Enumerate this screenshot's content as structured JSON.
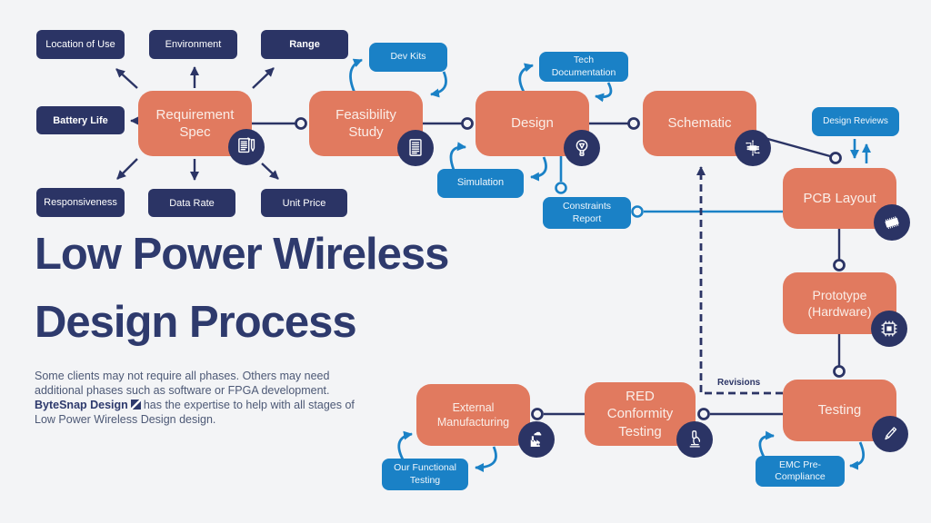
{
  "title": {
    "line1": "Low Power Wireless",
    "line2": "Design Process"
  },
  "intro": {
    "line1": "Some clients may not require all phases. Others may need",
    "line2": "additional phases such as software or FPGA development.",
    "brand": "ByteSnap Design",
    "brand_logo_icon": "bytesnap-logo-icon",
    "line3_after_brand": "has the expertise to help with all stages of",
    "line4": "Low Power Wireless Design design."
  },
  "requirement_factors": {
    "location_of_use": {
      "label": "Location of Use",
      "emphasis": false
    },
    "environment": {
      "label": "Environment",
      "emphasis": false
    },
    "range": {
      "label": "Range",
      "emphasis": true
    },
    "battery_life": {
      "label": "Battery Life",
      "emphasis": true
    },
    "responsiveness": {
      "label": "Responsiveness",
      "emphasis": false
    },
    "data_rate": {
      "label": "Data Rate",
      "emphasis": false
    },
    "unit_price": {
      "label": "Unit Price",
      "emphasis": false
    }
  },
  "process_nodes": {
    "requirement_spec": {
      "label": "Requirement Spec",
      "icon": "document-pen-icon"
    },
    "feasibility_study": {
      "label": "Feasibility Study",
      "icon": "report-document-icon"
    },
    "design": {
      "label": "Design",
      "icon": "lightbulb-icon"
    },
    "schematic": {
      "label": "Schematic",
      "icon": "circuit-chip-icon"
    },
    "pcb_layout": {
      "label": "PCB Layout",
      "icon": "pcb-chip-3d-icon"
    },
    "prototype": {
      "label": "Prototype (Hardware)",
      "icon": "cpu-chip-icon"
    },
    "testing": {
      "label": "Testing",
      "icon": "pencil-icon"
    },
    "red_conformity": {
      "label": "RED Conformity Testing",
      "icon": "microscope-icon"
    },
    "external_manufacturing": {
      "label": "External Manufacturing",
      "icon": "factory-icon"
    }
  },
  "support_nodes": {
    "dev_kits": "Dev Kits",
    "tech_documentation": "Tech Documentation",
    "simulation": "Simulation",
    "constraints_report": "Constraints Report",
    "design_reviews": "Design Reviews",
    "emc_pre_compliance": "EMC Pre-Compliance",
    "our_functional_testing": "Our Functional Testing"
  },
  "annotations": {
    "revisions": "Revisions"
  },
  "colors": {
    "background": "#f3f4f6",
    "navy": "#2b3465",
    "orange": "#e17a5f",
    "blue": "#1a81c6",
    "title_text": "#2e3a6d",
    "body_text": "#4d5976"
  }
}
